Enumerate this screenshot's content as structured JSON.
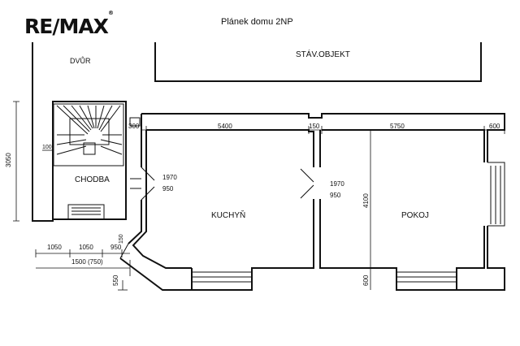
{
  "brand": {
    "logo_text": "RE/MAX",
    "trademark": "®"
  },
  "title": "Plánek domu 2NP",
  "rooms": {
    "yard": "DVŮR",
    "building": "STÁV.OBJEKT",
    "corridor": "CHODBA",
    "kitchen": "KUCHYŇ",
    "room": "POKOJ"
  },
  "dimensions": {
    "top": [
      "300",
      "5400",
      "150",
      "5750",
      "600"
    ],
    "bottom": [
      "1050",
      "1050",
      "950",
      "1500 (750)"
    ],
    "left_height": "3050",
    "stair_small": "100",
    "wall_gap": "150",
    "room_height": "4100",
    "window_sill": "600",
    "corner_offset": "550",
    "door1": {
      "height": "1970",
      "width": "950"
    },
    "door2": {
      "height": "1970",
      "width": "950"
    }
  },
  "colors": {
    "line": "#111111",
    "background": "#ffffff"
  }
}
